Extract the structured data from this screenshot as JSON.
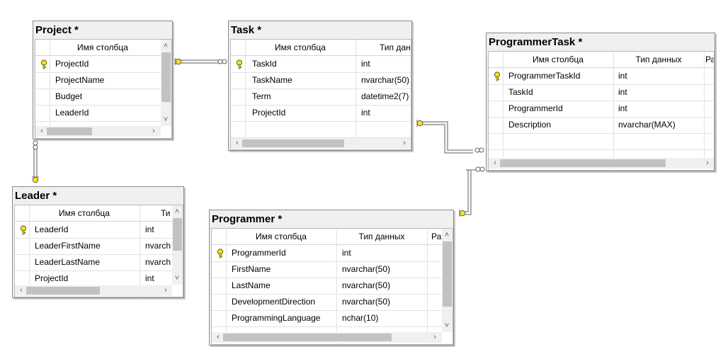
{
  "tables": {
    "project": {
      "title": "Project *",
      "header": [
        "Имя столбца"
      ],
      "rows": [
        [
          "ProjectId"
        ],
        [
          "ProjectName"
        ],
        [
          "Budget"
        ],
        [
          "LeaderId"
        ]
      ]
    },
    "task": {
      "title": "Task *",
      "header": [
        "Имя столбца",
        "Тип данн"
      ],
      "rows": [
        [
          "TaskId",
          "int"
        ],
        [
          "TaskName",
          "nvarchar(50)"
        ],
        [
          "Term",
          "datetime2(7)"
        ],
        [
          "ProjectId",
          "int"
        ]
      ]
    },
    "programmertask": {
      "title": "ProgrammerTask *",
      "header": [
        "Имя столбца",
        "Тип данных",
        "Ра"
      ],
      "rows": [
        [
          "ProgrammerTaskId",
          "int"
        ],
        [
          "TaskId",
          "int"
        ],
        [
          "ProgrammerId",
          "int"
        ],
        [
          "Description",
          "nvarchar(MAX)"
        ]
      ]
    },
    "leader": {
      "title": "Leader *",
      "header": [
        "Имя столбца",
        "Ти"
      ],
      "rows": [
        [
          "LeaderId",
          "int"
        ],
        [
          "LeaderFirstName",
          "nvarch"
        ],
        [
          "LeaderLastName",
          "nvarch"
        ],
        [
          "ProjectId",
          "int"
        ]
      ]
    },
    "programmer": {
      "title": "Programmer *",
      "header": [
        "Имя столбца",
        "Тип данных",
        "Ра"
      ],
      "rows": [
        [
          "ProgrammerId",
          "int"
        ],
        [
          "FirstName",
          "nvarchar(50)"
        ],
        [
          "LastName",
          "nvarchar(50)"
        ],
        [
          "DevelopmentDirection",
          "nvarchar(50)"
        ],
        [
          "ProgrammingLanguage",
          "nchar(10)"
        ]
      ]
    }
  },
  "icons": {
    "primary_key": "key-icon",
    "scroll_left": "‹",
    "scroll_right": "›",
    "scroll_up": "˄",
    "scroll_down": "˅"
  },
  "colors": {
    "key_fill": "#f5e21c",
    "line": "#5f5f5f"
  }
}
